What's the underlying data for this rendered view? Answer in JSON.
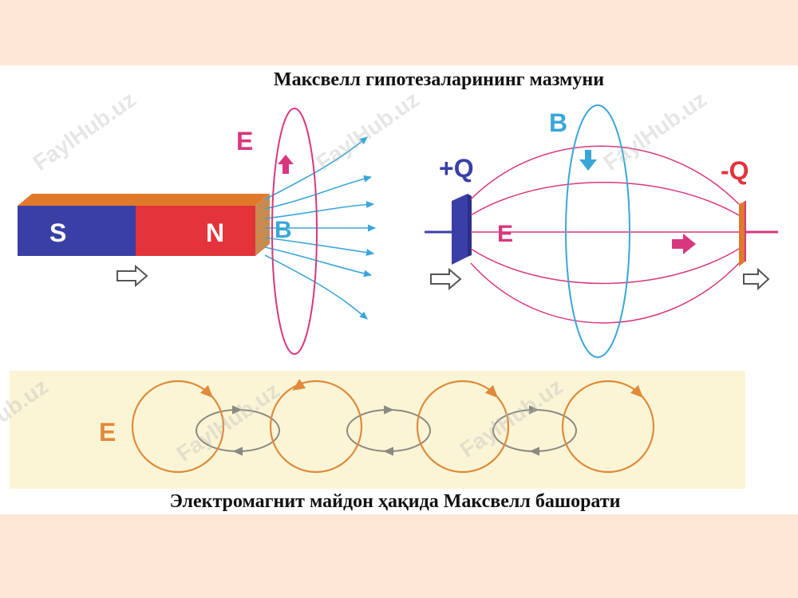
{
  "title": "Максвелл гипотезаларининг мазмуни",
  "caption": "Электромагнит майдон ҳақида Максвелл башорати",
  "watermark": "FaylHub.uz",
  "magnet": {
    "south_label": "S",
    "north_label": "N",
    "field_e_label": "E",
    "field_b_label": "B"
  },
  "capacitor": {
    "plus_label": "+Q",
    "minus_label": "-Q",
    "field_e_label": "E",
    "field_b_label": "B"
  },
  "wave": {
    "e_label": "E"
  },
  "colors": {
    "magenta": "#d8377f",
    "cyan": "#3aa6d8",
    "orange": "#e08a3a",
    "gray_loop": "#8a8a80",
    "south_blue": "#3a3fa6",
    "north_red": "#e2343a",
    "band": "#fbf5d6",
    "background": "#fde6d6"
  }
}
